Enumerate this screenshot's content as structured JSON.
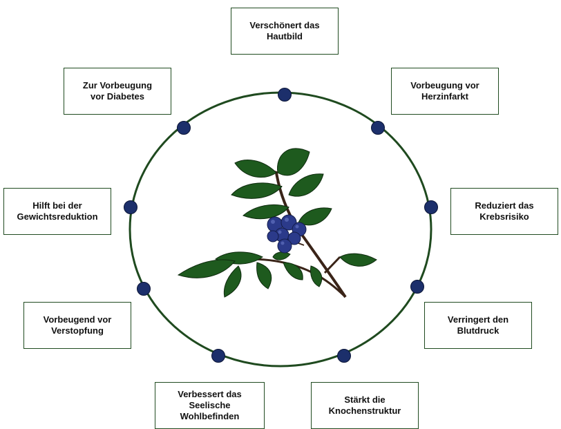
{
  "diagram": {
    "center_image": "blueberry-branch",
    "colors": {
      "circle": "#1f4a1f",
      "node": "#1c2f6b",
      "leaf": "#1e5a1e",
      "berry": "#2b3a8a"
    },
    "benefits": [
      {
        "id": "hautbild",
        "label": "Verschönert das\nHautbild"
      },
      {
        "id": "herzinfarkt",
        "label": "Vorbeugung vor\nHerzinfarkt"
      },
      {
        "id": "krebsrisiko",
        "label": "Reduziert das\nKrebsrisiko"
      },
      {
        "id": "blutdruck",
        "label": "Verringert den\nBlutdruck"
      },
      {
        "id": "knochenstruktur",
        "label": "Stärkt die\nKnochenstruktur"
      },
      {
        "id": "wohlbefinden",
        "label": "Verbessert das\nSeelische Wohlbefinden"
      },
      {
        "id": "verstopfung",
        "label": "Vorbeugend vor\nVerstopfung"
      },
      {
        "id": "gewichtsreduktion",
        "label": "Hilft bei der\nGewichtsreduktion"
      },
      {
        "id": "diabetes",
        "label": "Zur Vorbeugung\nvor Diabetes"
      }
    ]
  }
}
